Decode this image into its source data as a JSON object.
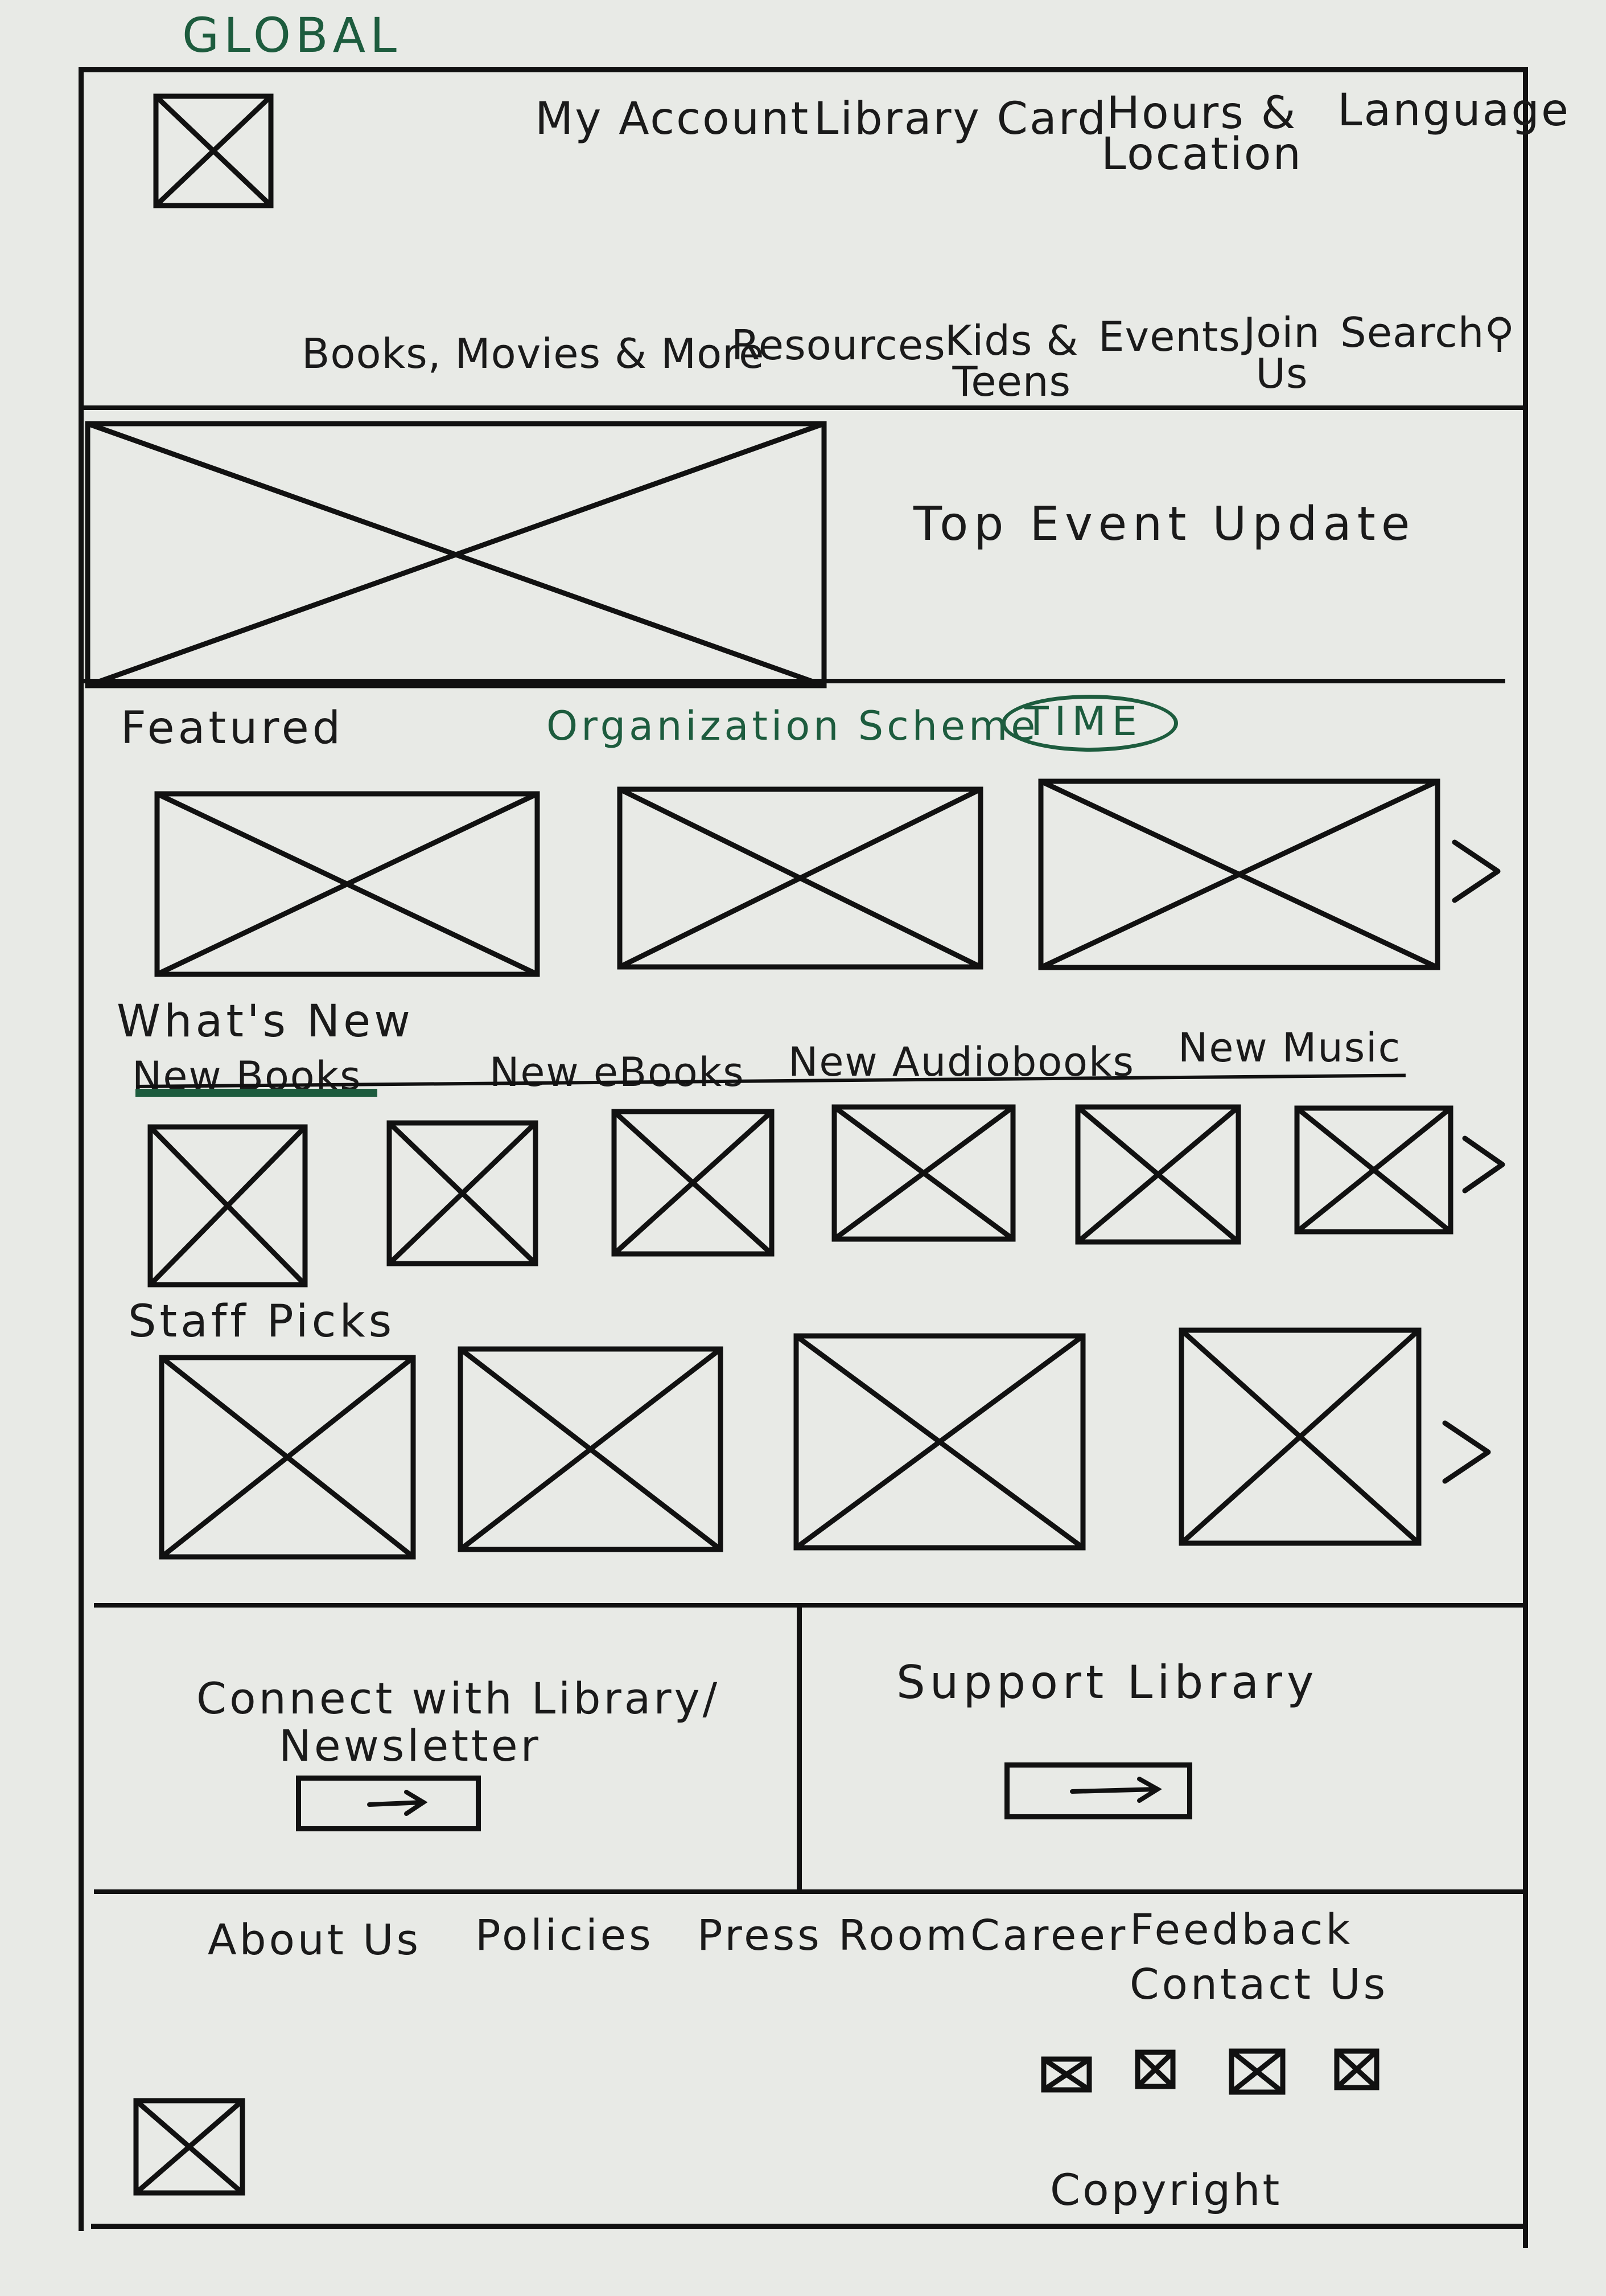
{
  "label_global": "GLOBAL",
  "utility_nav": {
    "my_account": "My Account",
    "library_card": "Library Card",
    "hours_location_1": "Hours &",
    "hours_location_2": "Location",
    "language": "Language"
  },
  "main_nav": {
    "books": "Books, Movies & More",
    "resources": "Resources",
    "kids_1": "Kids &",
    "kids_2": "Teens",
    "events": "Events",
    "join_1": "Join",
    "join_2": "Us",
    "search": "Search"
  },
  "hero": {
    "title": "Top Event Update"
  },
  "featured": {
    "title": "Featured",
    "annotation": "Organization Scheme",
    "annotation_circled": "TIME"
  },
  "whats_new": {
    "title": "What's New",
    "tabs": [
      "New Books",
      "New eBooks",
      "New Audiobooks",
      "New Music"
    ]
  },
  "staff_picks": {
    "title": "Staff Picks"
  },
  "connect": {
    "line1": "Connect with Library/",
    "line2": "Newsletter"
  },
  "support": {
    "title": "Support Library"
  },
  "footer": {
    "links": [
      "About Us",
      "Policies",
      "Press Room",
      "Career",
      "Feedback"
    ],
    "contact": "Contact Us",
    "copyright": "Copyright"
  }
}
